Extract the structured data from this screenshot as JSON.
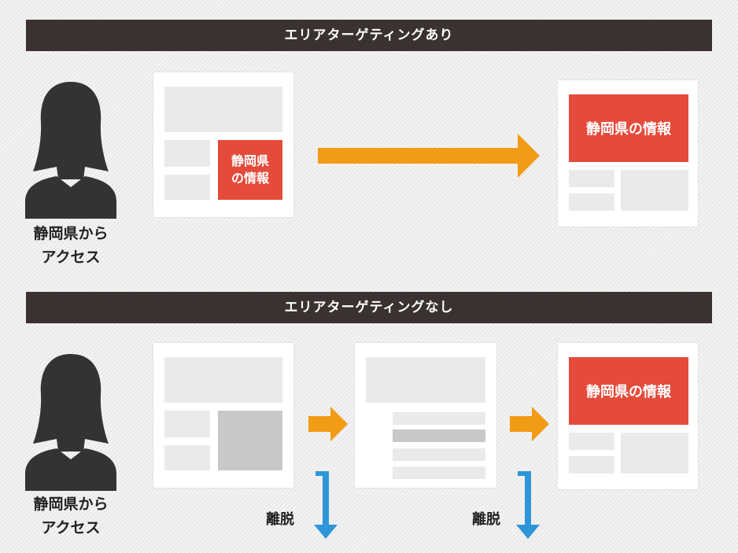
{
  "sections": [
    {
      "title": "エリアターゲティングあり"
    },
    {
      "title": "エリアターゲティングなし"
    }
  ],
  "person_label_line1": "静岡県から",
  "person_label_line2": "アクセス",
  "info_card_small_line1": "静岡県",
  "info_card_small_line2": "の情報",
  "info_card_wide": "静岡県の情報",
  "exit_label": "離脱",
  "colors": {
    "banner": "#3a3230",
    "highlight": "#e54b3b",
    "arrow_orange": "#f29b16",
    "arrow_blue": "#2e95d9",
    "silhouette": "#333333"
  }
}
